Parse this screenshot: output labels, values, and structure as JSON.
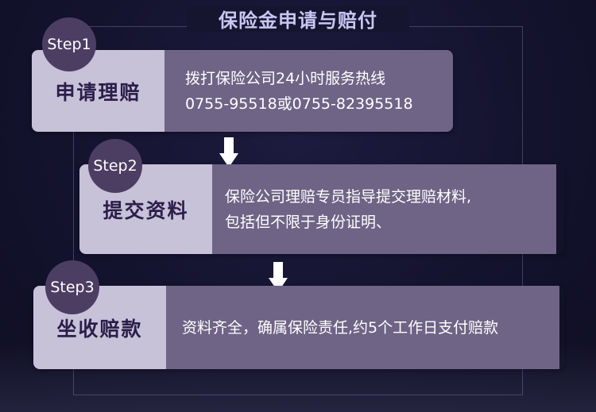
{
  "title": "保险金申请与赔付",
  "steps": [
    {
      "badge": "Step1",
      "label": "申请理赔",
      "lines": [
        "拨打保险公司24小时服务热线",
        "0755-95518或0755-82395518"
      ]
    },
    {
      "badge": "Step2",
      "label": "提交资料",
      "lines": [
        "保险公司理赔专员指导提交理赔材料,",
        "包括但不限于身份证明、"
      ]
    },
    {
      "badge": "Step3",
      "label": "坐收赔款",
      "lines": [
        "资料齐全，确属保险责任,约5个工作日支付赔款"
      ]
    }
  ],
  "colors": {
    "background": "#14132e",
    "label_panel": "#c8c2d8",
    "content_panel": "#6f6486",
    "badge": "#4c3e63",
    "title": "#c9c6f2",
    "label_text": "#2a1f4a",
    "arrow": "#ffffff"
  },
  "icons": [
    "down-arrow-icon",
    "down-arrow-icon"
  ]
}
